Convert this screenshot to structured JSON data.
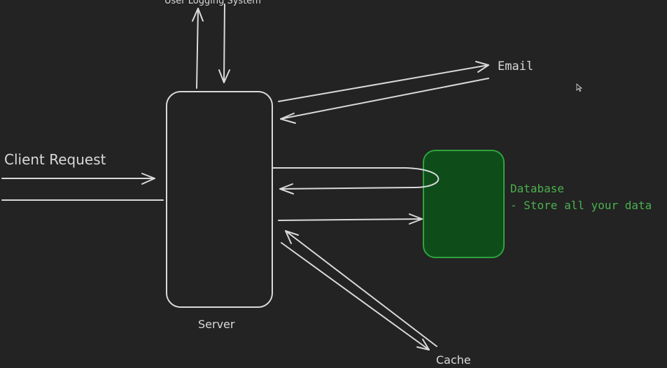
{
  "diagram": {
    "nodes": {
      "user_logging_system": "User Logging System",
      "email": "Email",
      "client_request": "Client Request",
      "server": "Server",
      "database": {
        "title": "Database",
        "description": "- Store all your data",
        "fill": "#0e4d1a",
        "stroke": "#2fa33f",
        "text_color": "#4bb04f"
      },
      "cache": "Cache"
    },
    "colors": {
      "background": "#232323",
      "stroke": "#d9d9d9"
    }
  }
}
